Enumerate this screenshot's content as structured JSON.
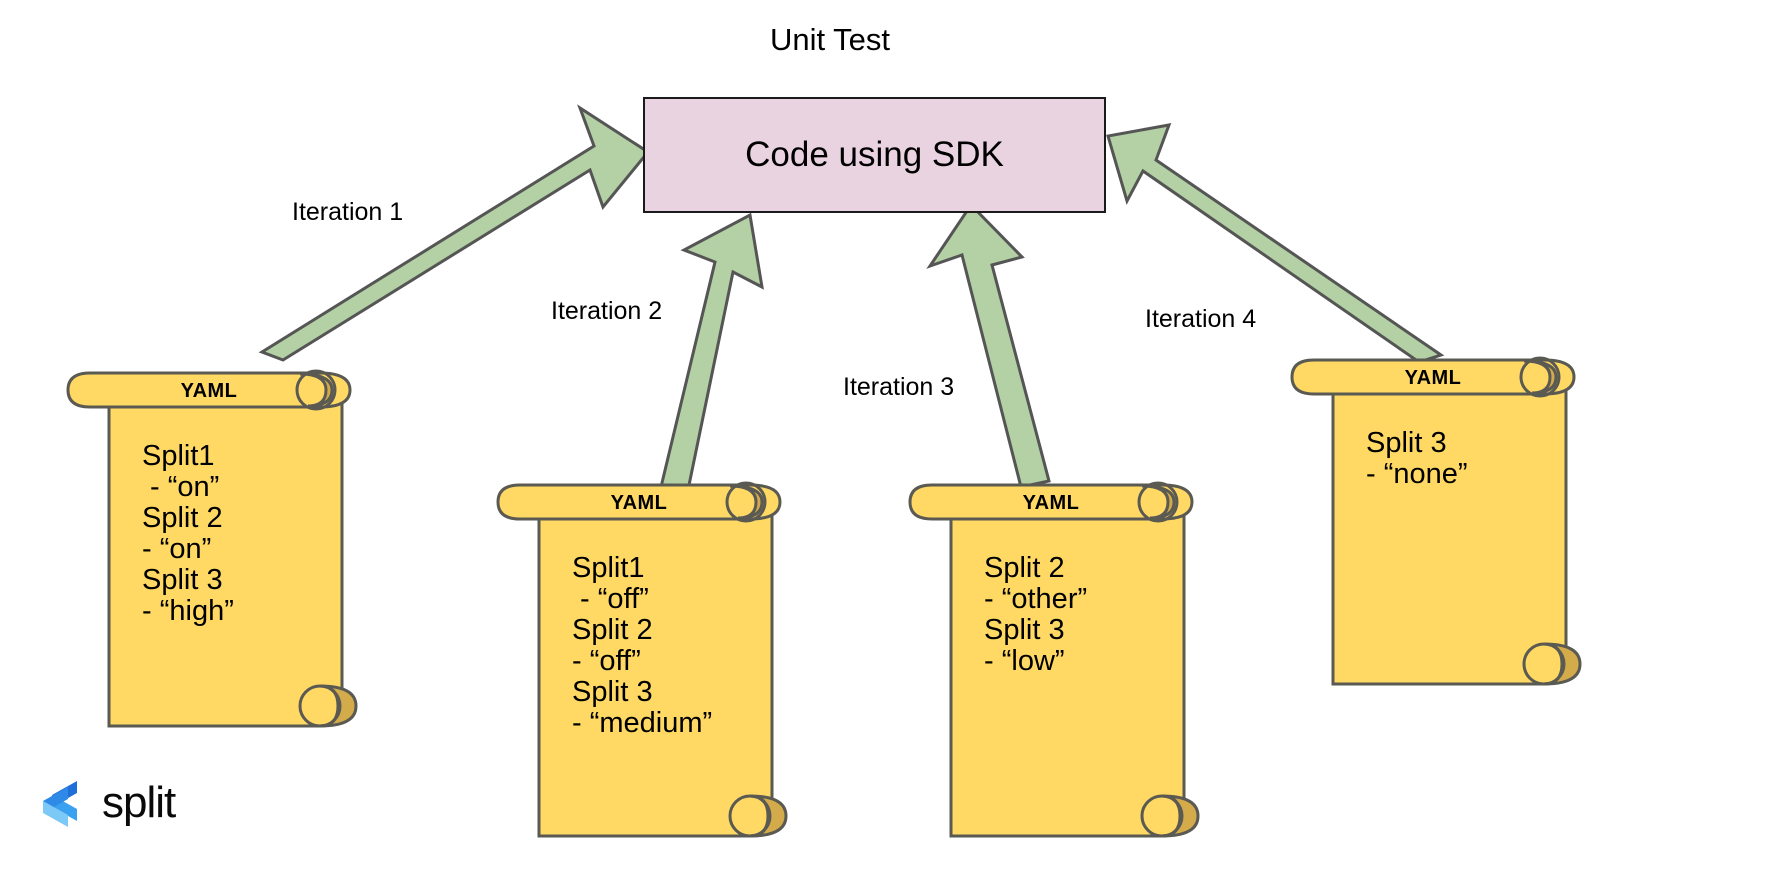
{
  "diagram": {
    "title": "Unit Test",
    "central_node": {
      "label": "Code using SDK",
      "fill": "#e9d3e0",
      "stroke": "#1a1a1a"
    },
    "arrow_color": "#b3d1a5",
    "arrow_stroke": "#555555",
    "scroll_fill": "#ffd964",
    "scroll_curl_fill": "#d4ab4a",
    "scroll_stroke": "#5a5a52",
    "edges": [
      {
        "label": "Iteration 1"
      },
      {
        "label": "Iteration 2"
      },
      {
        "label": "Iteration 3"
      },
      {
        "label": "Iteration 4"
      }
    ],
    "scrolls": [
      {
        "tag": "YAML",
        "lines": [
          "Split1",
          " - “on”",
          "Split 2",
          "- “on”",
          "Split 3",
          "- “high”"
        ],
        "text": "Split1\n - “on”\nSplit 2\n- “on”\nSplit 3\n- “high”"
      },
      {
        "tag": "YAML",
        "lines": [
          "Split1",
          " - “off”",
          "Split 2",
          "- “off”",
          "Split 3",
          "- “medium”"
        ],
        "text": "Split1\n - “off”\nSplit 2\n- “off”\nSplit 3\n- “medium”"
      },
      {
        "tag": "YAML",
        "lines": [
          "Split 2",
          "- “other”",
          "Split 3",
          "- “low”"
        ],
        "text": "Split 2\n- “other”\nSplit 3\n- “low”"
      },
      {
        "tag": "YAML",
        "lines": [
          "Split 3",
          "- “none”"
        ],
        "text": "Split 3\n- “none”"
      }
    ]
  },
  "branding": {
    "wordmark": "split",
    "logo_colors": {
      "dark_blue": "#1e6fd9",
      "mid_blue": "#3aa0f0",
      "light_blue": "#7cc8f7"
    }
  }
}
